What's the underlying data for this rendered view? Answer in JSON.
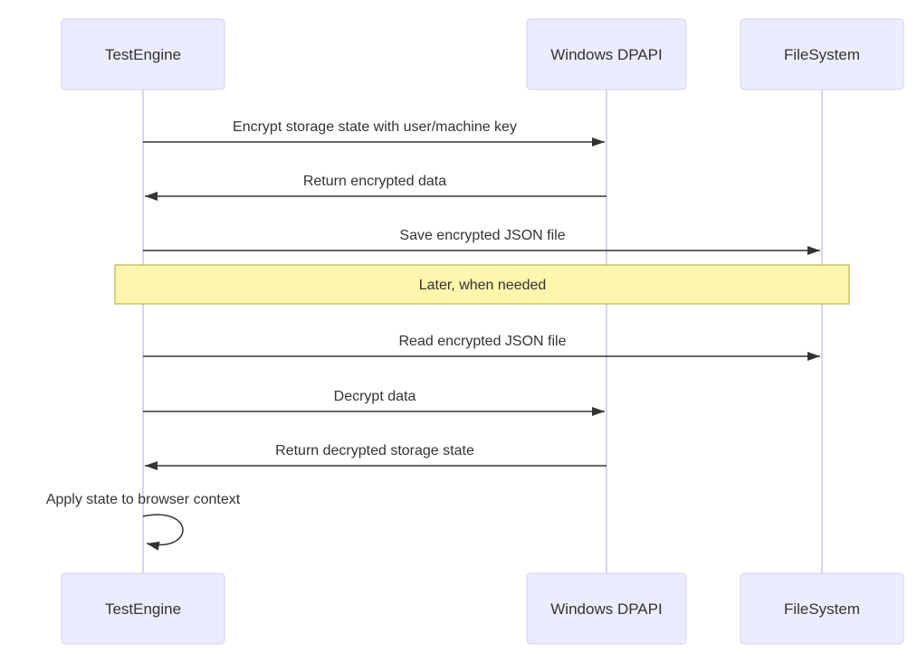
{
  "diagram": {
    "type": "sequence-diagram",
    "actors": [
      {
        "name": "TestEngine"
      },
      {
        "name": "Windows DPAPI"
      },
      {
        "name": "FileSystem"
      }
    ],
    "items": [
      {
        "type": "message",
        "from": "TestEngine",
        "to": "Windows DPAPI",
        "direction": "right",
        "label": "Encrypt storage state with user/machine key"
      },
      {
        "type": "message",
        "from": "Windows DPAPI",
        "to": "TestEngine",
        "direction": "left",
        "label": "Return encrypted data"
      },
      {
        "type": "message",
        "from": "TestEngine",
        "to": "FileSystem",
        "direction": "right",
        "label": "Save encrypted JSON file"
      },
      {
        "type": "note",
        "span": "all-participants",
        "label": "Later, when needed"
      },
      {
        "type": "message",
        "from": "TestEngine",
        "to": "FileSystem",
        "direction": "right",
        "label": "Read encrypted JSON file"
      },
      {
        "type": "message",
        "from": "TestEngine",
        "to": "Windows DPAPI",
        "direction": "right",
        "label": "Decrypt data"
      },
      {
        "type": "message",
        "from": "Windows DPAPI",
        "to": "TestEngine",
        "direction": "left",
        "label": "Return decrypted storage state"
      },
      {
        "type": "self-message",
        "actor": "TestEngine",
        "label": "Apply state to browser context"
      }
    ],
    "colors": {
      "actor_fill": "#ECECFF",
      "actor_border": "#D5CEF3",
      "lifeline": "#D9D3F0",
      "note_fill": "#FFF5AD",
      "note_border": "#AAAA33",
      "arrow": "#333333",
      "text": "#333333",
      "background": "#FFFFFF"
    }
  }
}
